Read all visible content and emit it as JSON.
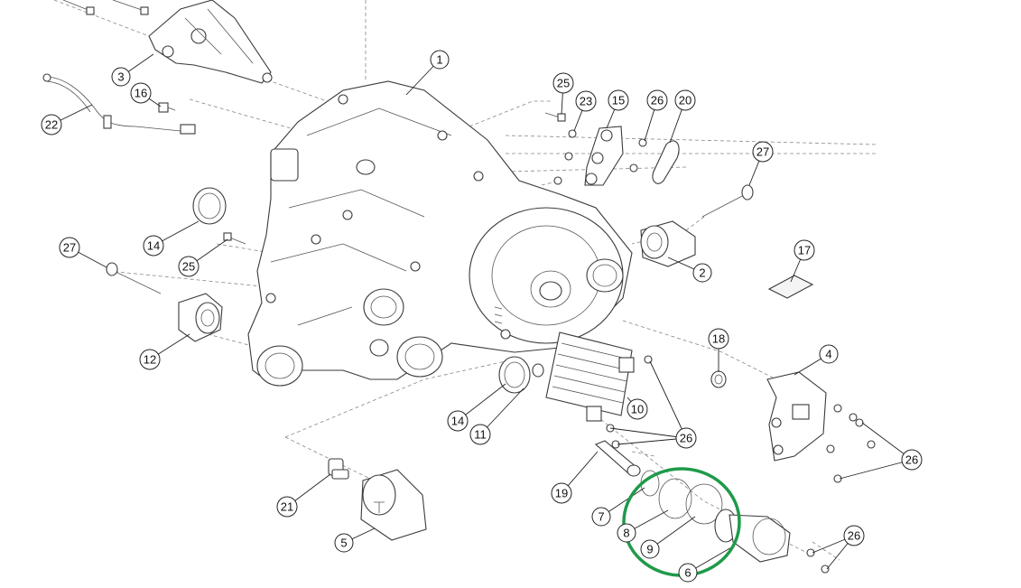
{
  "diagram": {
    "callouts": {
      "c1": "1",
      "c2": "2",
      "c3": "3",
      "c4": "4",
      "c5": "5",
      "c6": "6",
      "c7": "7",
      "c8": "8",
      "c9": "9",
      "c10": "10",
      "c11": "11",
      "c12": "12",
      "c14a": "14",
      "c14b": "14",
      "c15": "15",
      "c16": "16",
      "c17": "17",
      "c18": "18",
      "c19": "19",
      "c20": "20",
      "c21": "21",
      "c22": "22",
      "c23": "23",
      "c25a": "25",
      "c25b": "25",
      "c26a": "26",
      "c26b": "26",
      "c26c": "26",
      "c26d": "26",
      "c27a": "27",
      "c27b": "27"
    },
    "highlight_color": "#1f9a4a"
  }
}
